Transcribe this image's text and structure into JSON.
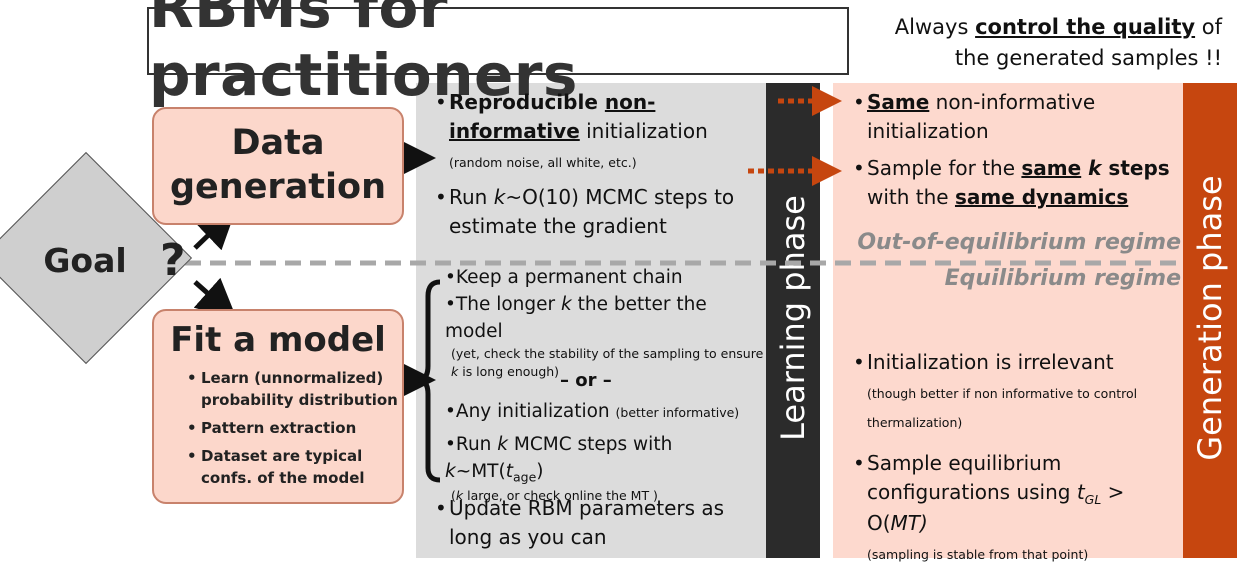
{
  "title": "RBMs for practitioners",
  "note": {
    "prefix": "Always ",
    "emph": "control the quality",
    "suffix": " of",
    "line2": "the generated samples !!"
  },
  "goal": {
    "label": "Goal",
    "question": "?"
  },
  "data_generation": {
    "line1": "Data",
    "line2": "generation"
  },
  "fit_model": {
    "title": "Fit a model",
    "items": [
      "Learn (unnormalized) probability distribution",
      "Pattern extraction",
      "Dataset are typical confs. of the model"
    ]
  },
  "learning": {
    "bar_label": "Learning phase",
    "top": {
      "b1_bold": "Reproducible ",
      "b1_ul": "non-informative",
      "b1_rest": "initialization",
      "b1_small": "(random noise, all white, etc.)",
      "b2_a": "Run ",
      "b2_k": "k",
      "b2_b": "~O(10) MCMC steps to estimate the gradient"
    },
    "bottom": {
      "s1": "Keep a permanent chain",
      "s2_a": "The longer ",
      "s2_k": "k",
      "s2_b": " the better the model",
      "s2_small_a": "(yet, check the stability of the sampling to ensure ",
      "s2_small_k": "k",
      "s2_small_b": " is long enough)",
      "or": "– or –",
      "s3": "Any initialization",
      "s3_small": "(better informative)",
      "s4_a": "Run ",
      "s4_k": "k",
      "s4_b": " MCMC steps with ",
      "s4_k2": "k",
      "s4_c": "~MT(",
      "s4_t": "t",
      "s4_sub": "age",
      "s4_d": ")",
      "s4_small_a": "(",
      "s4_small_k": "k",
      "s4_small_b": " large, or check online the MT )",
      "update": "Update RBM parameters as long as you can"
    }
  },
  "generation": {
    "bar_label": "Generation phase",
    "top": {
      "g1_ul": "Same",
      "g1_rest": " non-informative initialization",
      "g2_a": "Sample for the ",
      "g2_ul": "same",
      "g2_k": " k",
      "g2_b": " steps",
      "g2_c": "with the ",
      "g2_ul2": "same dynamics"
    },
    "bottom": {
      "g3": "Initialization is irrelevant",
      "g3_small": "(though better if non informative to control thermalization)",
      "g4_a": "Sample equilibrium configurations using ",
      "g4_t": "t",
      "g4_sub": "GL",
      "g4_b": " > O(",
      "g4_mt": "MT)",
      "g4_small": "(sampling is stable from that point)"
    }
  },
  "regimes": {
    "out": "Out-of-equilibrium regime",
    "eq": "Equilibrium regime"
  },
  "colors": {
    "orange_accent": "#c6460f",
    "gray_panel": "#dcdcdc",
    "pink_panel": "#fdd9ce",
    "dark_bar": "#2b2b2b"
  }
}
